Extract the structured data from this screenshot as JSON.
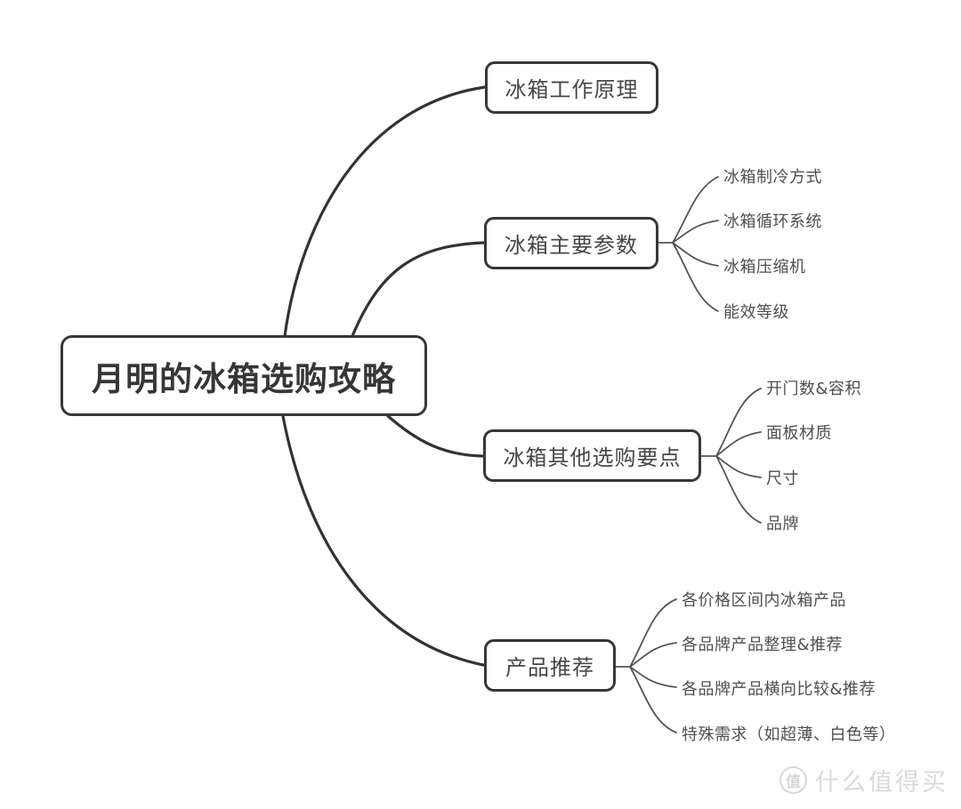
{
  "diagram": {
    "root": {
      "label": "月明的冰箱选购攻略"
    },
    "branches": [
      {
        "label": "冰箱工作原理",
        "children": []
      },
      {
        "label": "冰箱主要参数",
        "children": [
          "冰箱制冷方式",
          "冰箱循环系统",
          "冰箱压缩机",
          "能效等级"
        ]
      },
      {
        "label": "冰箱其他选购要点",
        "children": [
          "开门数&容积",
          "面板材质",
          "尺寸",
          "品牌"
        ]
      },
      {
        "label": "产品推荐",
        "children": [
          "各价格区间内冰箱产品",
          "各品牌产品整理&推荐",
          "各品牌产品横向比较&推荐",
          "特殊需求（如超薄、白色等）"
        ]
      }
    ],
    "colors": {
      "background": "#ffffff",
      "node_border": "#383838",
      "node_text": "#474747",
      "root_text": "#363636",
      "main_link": "#333333",
      "sub_link": "#555555",
      "leaf_text": "#4f4f4f",
      "watermark": "#d9d9d9"
    }
  },
  "watermark": {
    "logo_char": "值",
    "text": "什么值得买"
  }
}
